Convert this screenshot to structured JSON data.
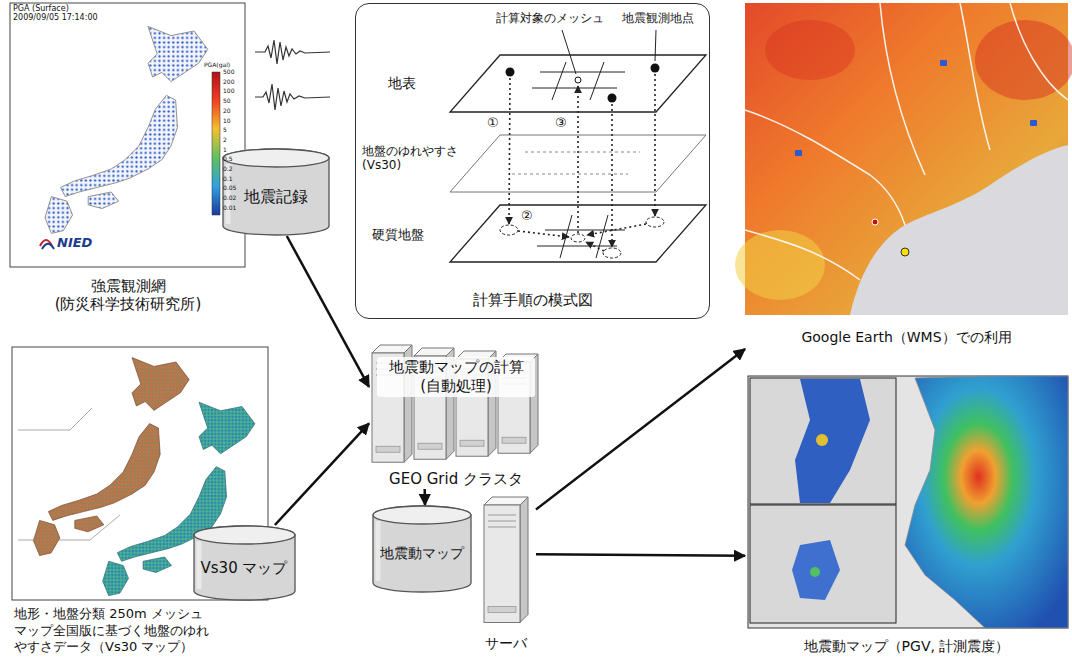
{
  "diagram": {
    "nodes": [
      {
        "text": [
          "強震観測網 (防災科学技術研究所)"
        ]
      },
      {
        "text": [
          "地震記録"
        ]
      },
      {
        "text": [
          "計算手順の模式図"
        ]
      },
      {
        "text": [
          "地形・地盤分類 250m メッシュ マップ全国版に基づく地盤のゆれ やすさデータ（Vs30 マップ）"
        ]
      },
      {
        "text": [
          "Vs30 マップ"
        ]
      },
      {
        "text": [
          "地震動マップの計算 (自動処理)",
          "GEO Grid クラスタ"
        ]
      },
      {
        "text": [
          "地震動マップ"
        ]
      },
      {
        "text": [
          "サーバ"
        ]
      },
      {
        "text": [
          "Google Earth（WMS）での利用"
        ]
      },
      {
        "text": [
          "地震動マップ（PGV, 計測震度）"
        ]
      }
    ],
    "edges": [
      {
        "from": 1,
        "to": 5,
        "arrow": "to"
      },
      {
        "from": 4,
        "to": 5,
        "arrow": "to"
      },
      {
        "from": 5,
        "to": 6,
        "arrow": "to"
      },
      {
        "from": 7,
        "to": 8,
        "arrow": "to"
      },
      {
        "from": 7,
        "to": 9,
        "arrow": "to"
      }
    ],
    "labels": [
      "PGA (Surface)",
      "2009/09/05 17:14:00",
      "PGA(gal)",
      "500",
      "200",
      "100",
      "50",
      "20",
      "10",
      "5",
      "2",
      "1",
      "0.5",
      "0.2",
      "0.1",
      "0.05",
      "0.02",
      "0.01",
      "NIED",
      "計算対象のメッシュ",
      "地震観測地点",
      "地表",
      "①",
      "③",
      "地盤のゆれやすさ (Vs30)",
      "②",
      "硬質地盤"
    ]
  }
}
